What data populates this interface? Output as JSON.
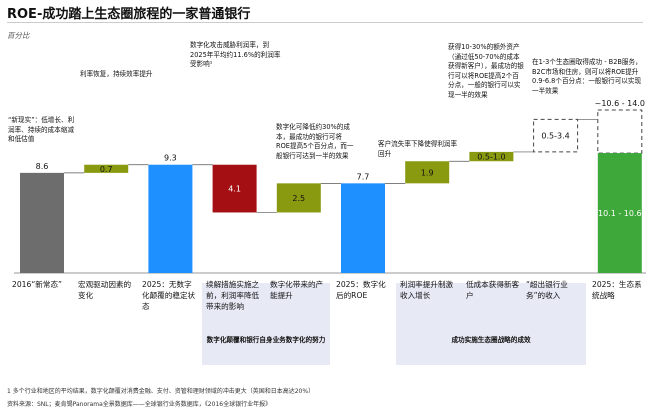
{
  "header": {
    "title": "ROE-成功踏上生态圈旅程的一家普通银行",
    "subtitle": "百分比"
  },
  "colors": {
    "gray_bar": "#6d6d6d",
    "blue_bar": "#1e90ff",
    "red_bar": "#a40f14",
    "olive_bar": "#8a9a10",
    "green_bar": "#3ea83a",
    "panel": "#e7e9f5",
    "connector": "#555555"
  },
  "chart_data": {
    "type": "bar",
    "subtype": "waterfall",
    "unit": "百分比",
    "ylim": [
      0,
      14
    ],
    "bars": [
      {
        "id": "b1",
        "category": "2016“新常态”",
        "kind": "total",
        "start": 0,
        "end": 8.6,
        "label": "8.6",
        "color": "gray"
      },
      {
        "id": "b2",
        "category": "宏观驱动因素的变化",
        "kind": "increase",
        "start": 8.6,
        "end": 9.3,
        "label": "0.7",
        "color": "olive"
      },
      {
        "id": "b3",
        "category": "2025：无数字化颠覆的稳定状态",
        "kind": "total",
        "start": 0,
        "end": 9.3,
        "label": "9.3",
        "color": "blue"
      },
      {
        "id": "b4",
        "category": "续解措施实施之前，利润率降低带来的影响",
        "kind": "decrease",
        "start": 9.3,
        "end": 5.2,
        "label": "4.1",
        "color": "red"
      },
      {
        "id": "b5",
        "category": "数字化带来的产能提升",
        "kind": "increase",
        "start": 5.2,
        "end": 7.7,
        "label": "2.5",
        "color": "olive"
      },
      {
        "id": "b6",
        "category": "2025：数字化后的ROE",
        "kind": "total",
        "start": 0,
        "end": 7.7,
        "label": "7.7",
        "color": "blue"
      },
      {
        "id": "b7",
        "category": "利润率提升制激收入增长",
        "kind": "increase",
        "start": 7.7,
        "end": 9.6,
        "label": "1.9",
        "color": "olive"
      },
      {
        "id": "b8",
        "category": "低成本获得新客户",
        "kind": "increase_range",
        "start": 9.6,
        "end": 10.4,
        "label": "0.5-1.0",
        "color": "olive"
      },
      {
        "id": "b9",
        "category": "“超出银行业务”的收入",
        "kind": "increase_range_dashed",
        "start": 10.4,
        "end": 13.2,
        "label": "0.5-3.4",
        "color": "none"
      },
      {
        "id": "b10",
        "category": "2025：生态系统战略",
        "kind": "total_range",
        "start": 0,
        "end": 10.3,
        "dashed_top": 14.0,
        "label": "10.1 - 10.6",
        "top_label": "~10.6 - 14.0",
        "color": "green"
      }
    ],
    "groups": [
      {
        "label": "数字化颠覆和银行自身业务数字化的努力",
        "bars": [
          "b4",
          "b5"
        ]
      },
      {
        "label": "成功实施生态圈战略的成效",
        "bars": [
          "b7",
          "b8",
          "b9"
        ]
      }
    ]
  },
  "annotations": {
    "a1": "“新现实”：低增长、利润率、持续的成本缩减和低估值",
    "a2": "利率恢复，持续效率提升",
    "a3": "数字化攻击威胁利润率，到2025年平均约11.6%的利润率受影响¹",
    "a4": "数字化可降低约30%的成本，最成功的银行可将ROE提高5个百分点，而一般银行可达到一半的效果",
    "a5": "客户流失率下降使得利润率回升",
    "a6": "获得10-30%的额外资产（通过低50-70%的成本获得新客户），最成功的银行可以将ROE提高2个百分点，一般的银行可以实现一半的效果",
    "a7": "在1-3个生态圈取得成功 - B2B服务，B2C市场和住房，则可以将ROE提升0.9-6.8个百分点：一般银行可以实现一半效果"
  },
  "categories": {
    "c1": "2016“新常态”",
    "c2": "宏观驱动因素的变化",
    "c3": "2025：无数字化颠覆的稳定状态",
    "c4": "续解措施实施之前，利润率降低带来的影响",
    "c5": "数字化带来的产能提升",
    "c6": "2025：数字化后的ROE",
    "c7": "利润率提升制激收入增长",
    "c8": "低成本获得新客户",
    "c9": "“超出银行业务”的收入",
    "c10": "2025：生态系统战略"
  },
  "groups": {
    "g1": "数字化颠覆和银行自身业务数字化的努力",
    "g2": "成功实施生态圈战略的成效"
  },
  "footnotes": {
    "note1": "1 多个行业和地区的平均结果，数字化颠覆对消费金融、支付、资管和理财领域的冲击更大（英国和日本高达20%）",
    "source": "资料来源：SNL；麦肯锡Panorama全景数据库——全球银行业务数据库，《2016全球银行业年报》"
  }
}
